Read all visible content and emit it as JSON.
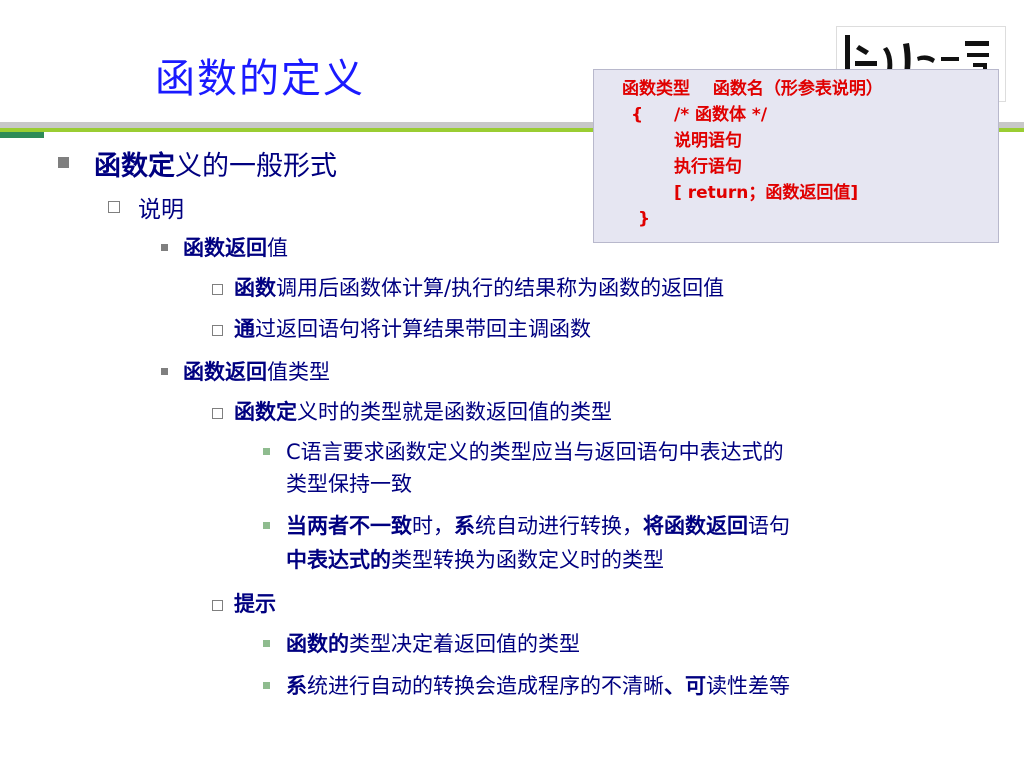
{
  "slide": {
    "title": "函数的定义"
  },
  "codebox": {
    "line1": "函数类型　 函数名（形参表说明）",
    "line2_brace": "{",
    "line2_comment": "/* 函数体 */",
    "line3": "说明语句",
    "line4": "执行语句",
    "line5": "[ return；函数返回值]",
    "line6": "}"
  },
  "outline": {
    "l1": {
      "bold": "函数定",
      "text": "义的一般形式"
    },
    "l2": {
      "text": "说明"
    },
    "sec1": {
      "head_bold": "函数返回",
      "head_text": "值",
      "item1_bold": "函数",
      "item1_text": "调用后函数体计算/执行的结果称为函数的返回值",
      "item2_bold": "通",
      "item2_text": "过返回语句将计算结果带回主调函数"
    },
    "sec2": {
      "head_bold": "函数返回",
      "head_text": "值类型",
      "item1_bold": "函数定",
      "item1_text": "义时的类型就是函数返回值的类型",
      "sub1_line1": "C语言要求函数定义的类型应当与返回语句中表达式的",
      "sub1_line2": "类型保持一致",
      "sub2_b1": "当两者不一致",
      "sub2_t1": "时，",
      "sub2_b2": "系",
      "sub2_t2": "统自动进行转换，",
      "sub2_b3": "将函数返回",
      "sub2_t3": "语句",
      "sub2_b4": "中表达式的",
      "sub2_t4": "类型转换为函数定义时的类型"
    },
    "tip": {
      "head_bold": "提示",
      "sub1_bold": "函数的",
      "sub1_text": "类型决定着返回值的类型",
      "sub2_b1": "系",
      "sub2_t1": "统进行自动的转换会造成程序的不清晰",
      "sub2_b2": "、可",
      "sub2_t2": "读性差等"
    }
  },
  "colors": {
    "title": "#1a1aff",
    "text": "#000080",
    "code": "#e00000",
    "codebox_bg": "#e6e6f2",
    "accent_green": "#9acd32"
  }
}
